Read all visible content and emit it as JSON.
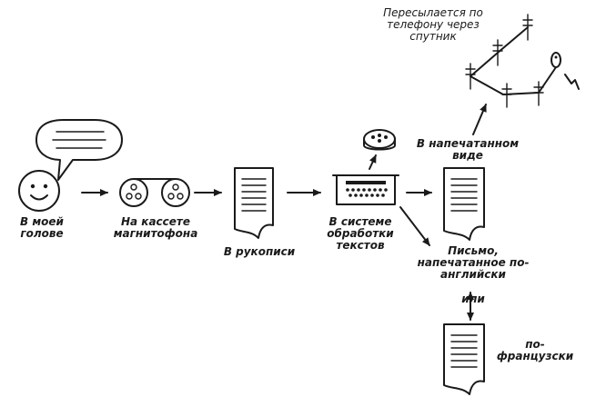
{
  "colors": {
    "ink": "#1a1a1a",
    "background": "#ffffff"
  },
  "stages": {
    "head": "В моей голове",
    "cassette": "На кассете магнитофона",
    "manuscript": "В рукописи",
    "word_processor": "В системе обработки текстов",
    "printed": "В напечатанном виде",
    "english_letter": "Письмо, напечатанное по-английски",
    "or": "или",
    "french": "по-французски",
    "satellite": "Пересылается по телефону через спутник"
  },
  "icons": [
    "speech-bubble-icon",
    "smiley-face-icon",
    "tape-cassette-icon",
    "document-icon",
    "word-processor-icon",
    "floppy-disk-icon",
    "satellite-network-icon"
  ]
}
